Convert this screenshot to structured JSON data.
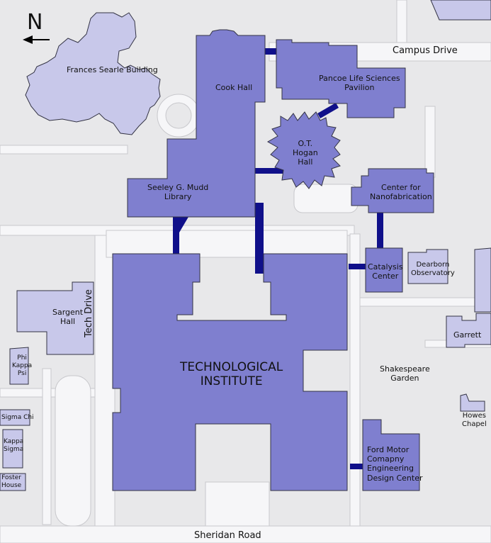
{
  "compass": {
    "letter": "N"
  },
  "colors": {
    "background": "#e8e8ea",
    "walkway": "#f6f6f8",
    "walkway_edge": "#c8c8cc",
    "featured_building": "#7f7fcf",
    "other_building": "#c8c8ea",
    "connector": "#10108a",
    "outline": "#333344"
  },
  "streets": {
    "campus_drive": "Campus Drive",
    "tech_drive": "Tech Drive",
    "sheridan_road": "Sheridan Road"
  },
  "buildings": {
    "frances_searle": "Frances Searle Building",
    "cook_hall": "Cook Hall",
    "pancoe": "Pancoe Life Sciences\nPavilion",
    "hogan": "O.T.\nHogan\nHall",
    "mudd": "Seeley G. Mudd\nLibrary",
    "nanofab": "Center for\nNanofabrication",
    "catalysis": "Catalysis\nCenter",
    "dearborn": "Dearborn\nObservatory",
    "sargent": "Sargent\nHall",
    "tech": "TECHNOLOGICAL\nINSTITUTE",
    "garrett": "Garrett",
    "shakespeare": "Shakespeare\nGarden",
    "phi_kappa_psi": "Phi\nKappa\nPsi",
    "howes": "Howes\nChapel",
    "sigma_chi": "Sigma Chi",
    "kappa_sigma": "Kappa\nSigma",
    "ford": "Ford Motor\nComapny\nEngineering\nDesign Center",
    "foster": "Foster\nHouse"
  }
}
